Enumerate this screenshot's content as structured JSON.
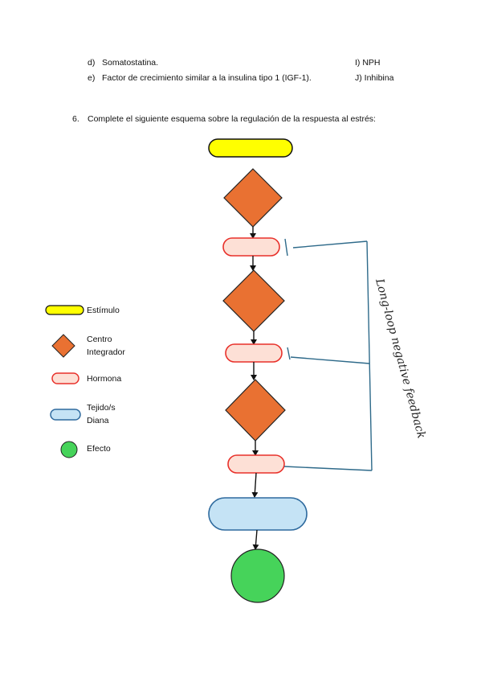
{
  "list": {
    "item_d_marker": "d)",
    "item_d_text": "Somatostatina.",
    "item_i": "I) NPH",
    "item_e_marker": "e)",
    "item_e_text": "Factor de crecimiento similar a la insulina tipo 1 (IGF-1).",
    "item_j": "J) Inhibina"
  },
  "question": {
    "number": "6.",
    "text": "Complete el siguiente esquema sobre la regulación de la respuesta al estrés:"
  },
  "legend": {
    "estimulo": "Estímulo",
    "centro_line1": "Centro",
    "centro_line2": "Integrador",
    "hormona": "Hormona",
    "tejido_line1": "Tejido/s",
    "tejido_line2": "Diana",
    "efecto": "Efecto"
  },
  "annotation": {
    "handwritten": "Long-loop negative feedback"
  },
  "colors": {
    "estimulo_fill": "#ffff00",
    "centro_fill": "#e97132",
    "hormona_fill": "#fde0d6",
    "hormona_stroke": "#e8302a",
    "tejido_fill": "#c5e3f5",
    "tejido_stroke": "#2e6a9e",
    "efecto_fill": "#46d35a",
    "feedback_line": "#2e6a8a"
  }
}
